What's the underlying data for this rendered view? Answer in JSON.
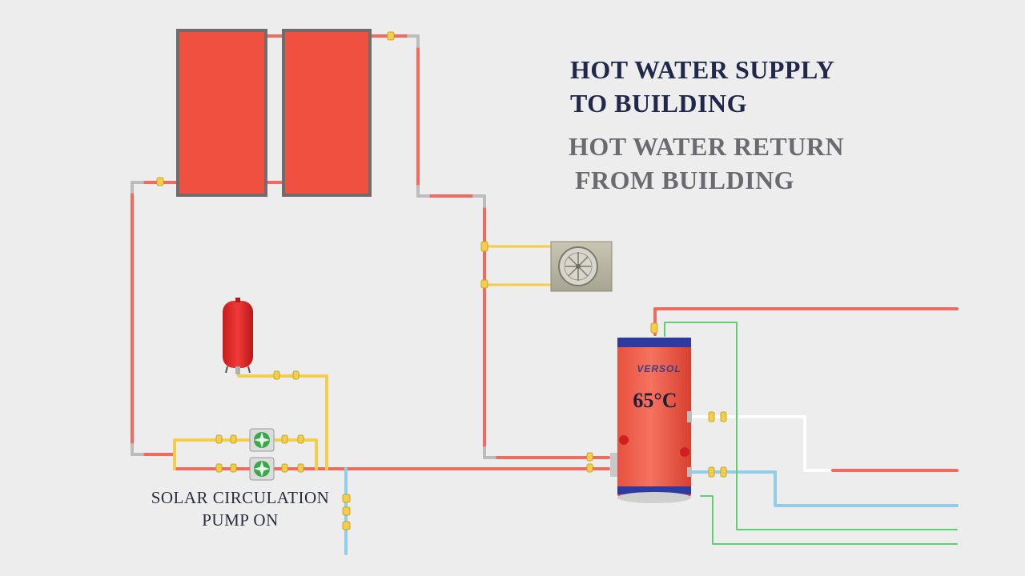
{
  "labels": {
    "supply_line1": "HOT WATER SUPPLY",
    "supply_line2": "TO BUILDING",
    "return_line1": "HOT WATER RETURN",
    "return_line2": "FROM BUILDING",
    "pump_line1": "SOLAR CIRCULATION",
    "pump_line2": "PUMP ON"
  },
  "tank": {
    "brand": "VERSOL",
    "temperature": "65°C"
  },
  "colors": {
    "background": "#ededed",
    "panel": "#f0503f",
    "panel_frame": "#6d6d70",
    "hot_pipe": "#f06a5e",
    "cold_pipe": "#8fcde8",
    "yellow_pipe": "#f4cd4a",
    "green_pipe": "#5bd26b",
    "tank_body": "#f26452",
    "tank_cap": "#2f3aa0",
    "expansion_vessel": "#e02a2a"
  },
  "icons": [
    "fan-icon",
    "pump-icon",
    "valve-icon"
  ]
}
